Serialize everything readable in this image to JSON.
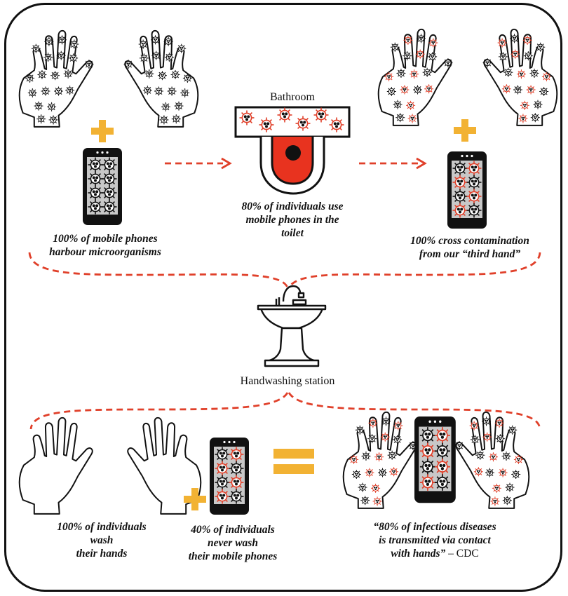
{
  "labels": {
    "bathroom": "Bathroom",
    "handwashing_station": "Handwashing station"
  },
  "captions": {
    "phones_microorganisms": [
      "100% of mobile phones",
      "harbour microorganisms"
    ],
    "phones_toilet": [
      "80% of individuals use",
      "mobile phones in the",
      "toilet"
    ],
    "cross_contamination": [
      "100% cross contamination",
      "from our “third hand”"
    ],
    "wash_hands": [
      "100% of individuals",
      "wash",
      "their hands"
    ],
    "never_wash_phones": [
      "40% of individuals",
      "never wash",
      "their mobile phones"
    ],
    "infectious_diseases": [
      "“80% of infectious diseases",
      "is transmitted via contact",
      "with hands”"
    ],
    "infectious_source": " – CDC"
  },
  "colors": {
    "outline": "#111111",
    "arrow_red": "#e0402a",
    "plus_orange": "#f2b233",
    "toilet_red": "#e8331f",
    "phone_screen": "#c8c8c8"
  }
}
